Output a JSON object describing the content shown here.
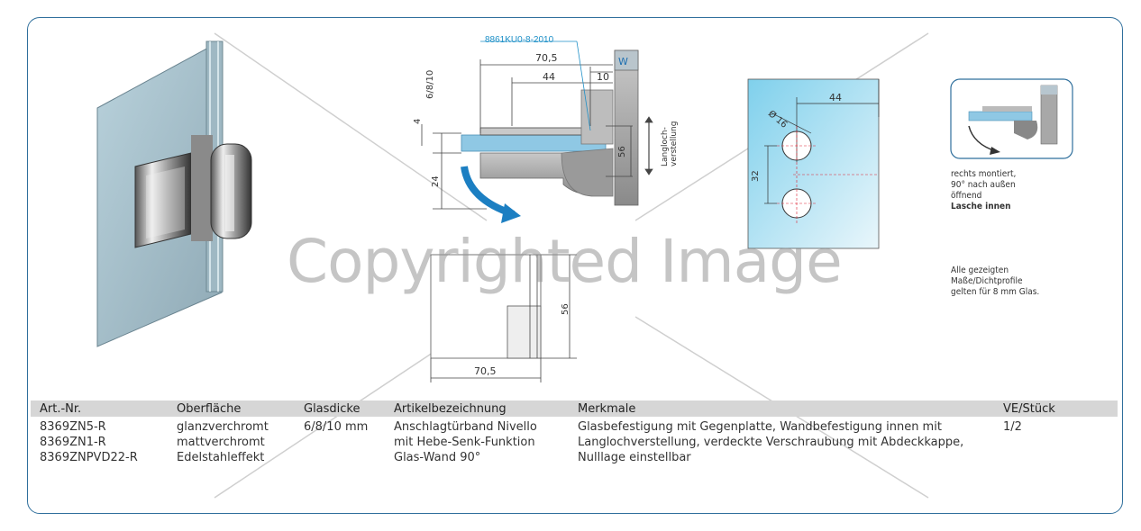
{
  "watermark": "Copyrighted Image",
  "drawing": {
    "part_label": "8861KU0-8-2010",
    "dims": {
      "w705": "70,5",
      "w44": "44",
      "w10": "10",
      "h68": "6/8/10",
      "h4": "4",
      "h24": "24",
      "h56": "56",
      "w_label": "W",
      "langloch": [
        "Langloch-",
        "verstellung"
      ]
    },
    "front_dims": {
      "h56": "56",
      "w705": "70,5"
    },
    "plate_dims": {
      "w44": "44",
      "d16": "Ø 16",
      "h32": "32"
    }
  },
  "notes": {
    "mount": [
      "rechts montiert,",
      "90° nach außen",
      "öffnend",
      "Lasche innen"
    ],
    "glass": [
      "Alle gezeigten",
      "Maße/Dichtprofile",
      "gelten für 8 mm Glas."
    ]
  },
  "table": {
    "headers": [
      "Art.-Nr.",
      "Oberfläche",
      "Glasdicke",
      "Artikelbezeichnung",
      "Merkmale",
      "VE/Stück"
    ],
    "art_nr": [
      "8369ZN5-R",
      "8369ZN1-R",
      "8369ZNPVD22-R"
    ],
    "oberflaeche": [
      "glanzverchromt",
      "mattverchromt",
      "Edelstahleffekt"
    ],
    "glasdicke": "6/8/10 mm",
    "bezeichnung": [
      "Anschlagtürband Nivello",
      "mit Hebe-Senk-Funktion",
      "Glas-Wand 90°"
    ],
    "merkmale": [
      "Glasbefestigung mit Gegenplatte, Wandbefestigung innen mit",
      "Langlochverstellung, verdeckte Verschraubung mit Abdeckkappe,",
      "Nulllage einstellbar"
    ],
    "ve": "1/2"
  }
}
